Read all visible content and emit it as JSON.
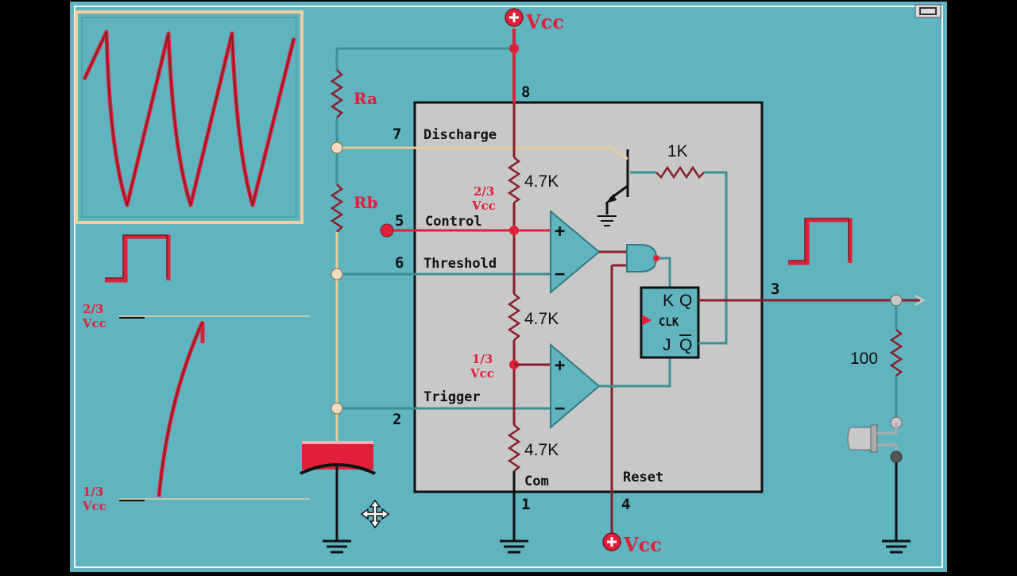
{
  "colors": {
    "background": "#5fb4bf",
    "ic_body": "#c8c8c8",
    "wire_red": "#e0203a",
    "wire_dark_red": "#8a1f2a",
    "wire_teal": "#3e8f96",
    "wire_tan": "#e6cc9e",
    "scope_frame": "#f0cfa0",
    "black": "#111111"
  },
  "icons": {
    "scope": "oscilloscope-display",
    "output_load": "led-icon",
    "cursor": "move-cursor-icon",
    "window": "restore-window-icon"
  },
  "supply": {
    "top_label": "Vcc",
    "bottom_label": "Vcc"
  },
  "resistors": {
    "ra_label": "Ra",
    "rb_label": "Rb",
    "divider_top": "4.7K",
    "divider_mid": "4.7K",
    "divider_bottom": "4.7K",
    "transistor_base": "1K",
    "output": "100"
  },
  "pins": {
    "p8": "8",
    "p7": "7",
    "p7_name": "Discharge",
    "p5": "5",
    "p5_name": "Control",
    "p6": "6",
    "p6_name": "Threshold",
    "p2": "2",
    "p2_name": "Trigger",
    "p1": "1",
    "p1_name": "Com",
    "p4": "4",
    "p4_name": "Reset",
    "p3": "3"
  },
  "ref_voltages": {
    "upper_frac": "2/3",
    "upper_unit": "Vcc",
    "lower_frac": "1/3",
    "lower_unit": "Vcc"
  },
  "comparator_signs": {
    "plus": "+",
    "minus": "−"
  },
  "flipflop": {
    "k": "K",
    "q": "Q",
    "clk": "CLK",
    "j": "J",
    "qbar": "Q"
  },
  "graph": {
    "upper_frac": "2/3",
    "upper_unit": "Vcc",
    "lower_frac": "1/3",
    "lower_unit": "Vcc"
  }
}
